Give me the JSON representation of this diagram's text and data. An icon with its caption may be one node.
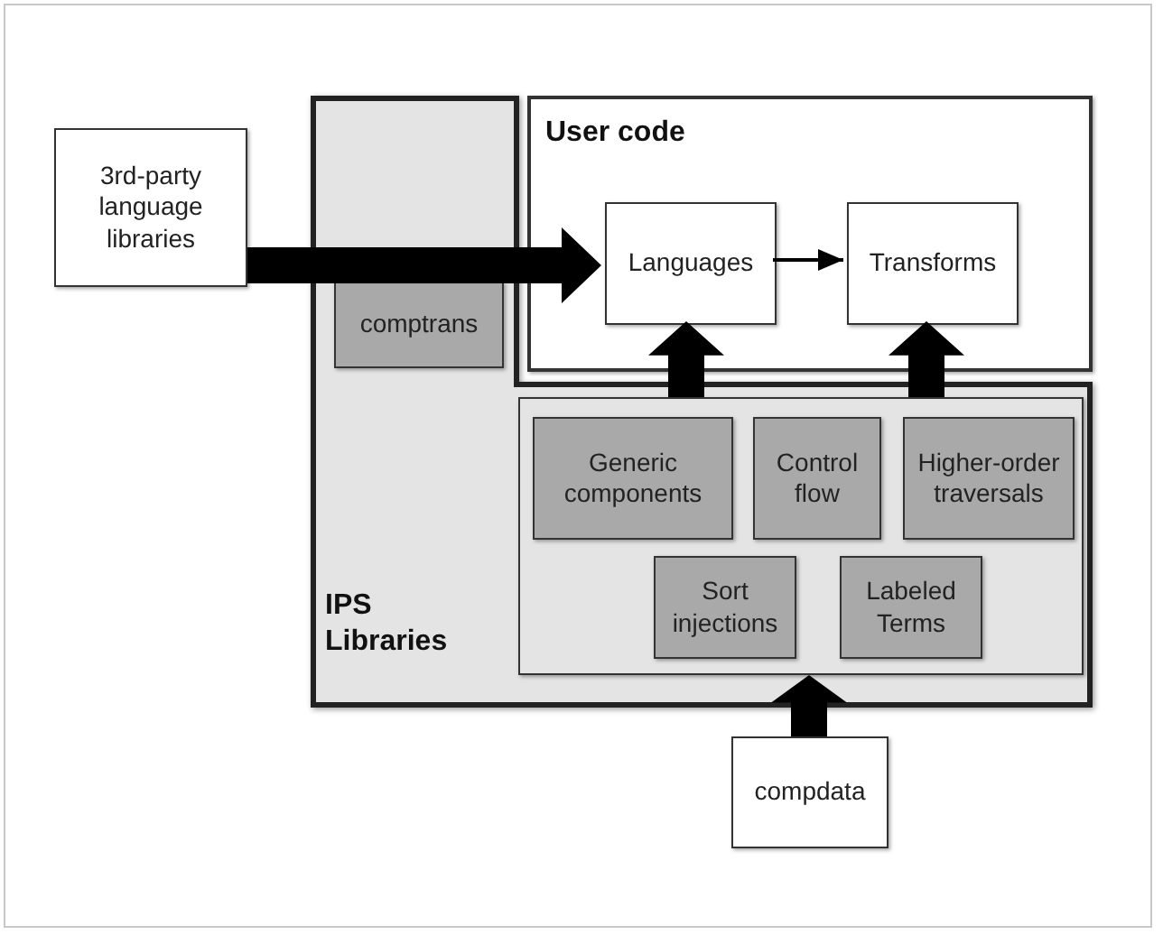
{
  "diagram": {
    "nodes": [
      {
        "text": [
          "3rd-party language libraries"
        ]
      },
      {
        "text": [
          "IPS Libraries"
        ]
      },
      {
        "text": [
          "User code"
        ]
      },
      {
        "text": [
          "Languages"
        ],
        "in": 2
      },
      {
        "text": [
          "Transforms"
        ],
        "in": 2
      },
      {
        "text": [
          "comptrans"
        ],
        "in": 1
      },
      {
        "text": [],
        "shape": "box",
        "in": 1
      },
      {
        "text": [
          "Generic components"
        ],
        "in": 6
      },
      {
        "text": [
          "Control flow"
        ],
        "in": 6
      },
      {
        "text": [
          "Higher-order traversals"
        ],
        "in": 6
      },
      {
        "text": [
          "Sort injections"
        ],
        "in": 6
      },
      {
        "text": [
          "Labeled Terms"
        ],
        "in": 6
      },
      {
        "text": [
          "compdata"
        ]
      }
    ],
    "edges": [
      {
        "from": 0,
        "to": 3,
        "arrow": "to",
        "style": "thick"
      },
      {
        "from": 3,
        "to": 4,
        "arrow": "to"
      },
      {
        "from": 6,
        "to": 3,
        "arrow": "to",
        "style": "thick"
      },
      {
        "from": 6,
        "to": 4,
        "arrow": "to",
        "style": "thick"
      },
      {
        "from": 12,
        "to": 6,
        "arrow": "to",
        "style": "thick"
      }
    ]
  }
}
